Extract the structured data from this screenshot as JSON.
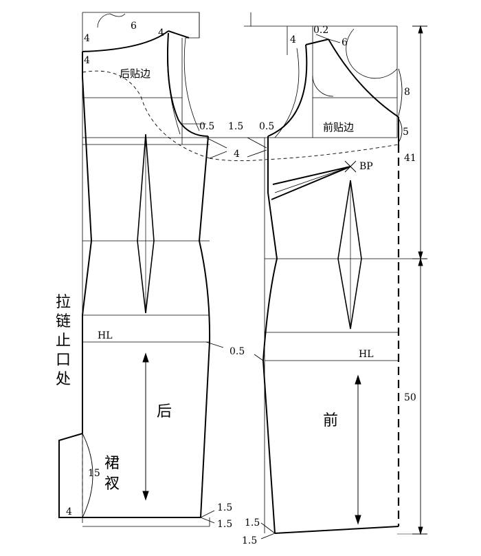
{
  "labels": {
    "back_piece": "后",
    "front_piece": "前",
    "back_facing": "后贴边",
    "front_facing": "前贴边",
    "hip_line_back": "HL",
    "hip_line_front": "HL",
    "bust_point": "BP",
    "zipper_end": [
      "拉",
      "链",
      "止",
      "口",
      "处"
    ],
    "skirt_slit": [
      "裙",
      "衩"
    ]
  },
  "dimensions": {
    "back_neck_depth_top": "4",
    "back_neck_width": "6",
    "back_shoulder_raise": "4",
    "back_neck_drop": "4",
    "back_armhole_ease": "0.5",
    "center_ease_left": "1.5",
    "front_armhole_ease": "0.5",
    "side_seam_gap": "4",
    "front_neck_offset": "0.2",
    "front_shoulder_raise": "4",
    "front_neck_width": "6",
    "front_neck_depth": "8",
    "front_facing_width": "5",
    "bodice_length": "41",
    "skirt_length": "50",
    "hip_side_adjust": "0.5",
    "slit_length": "15",
    "slit_width": "4",
    "back_hem_up": "1.5",
    "back_hem_down": "1.5",
    "front_hem_up": "1.5",
    "front_hem_down": "1.5"
  }
}
